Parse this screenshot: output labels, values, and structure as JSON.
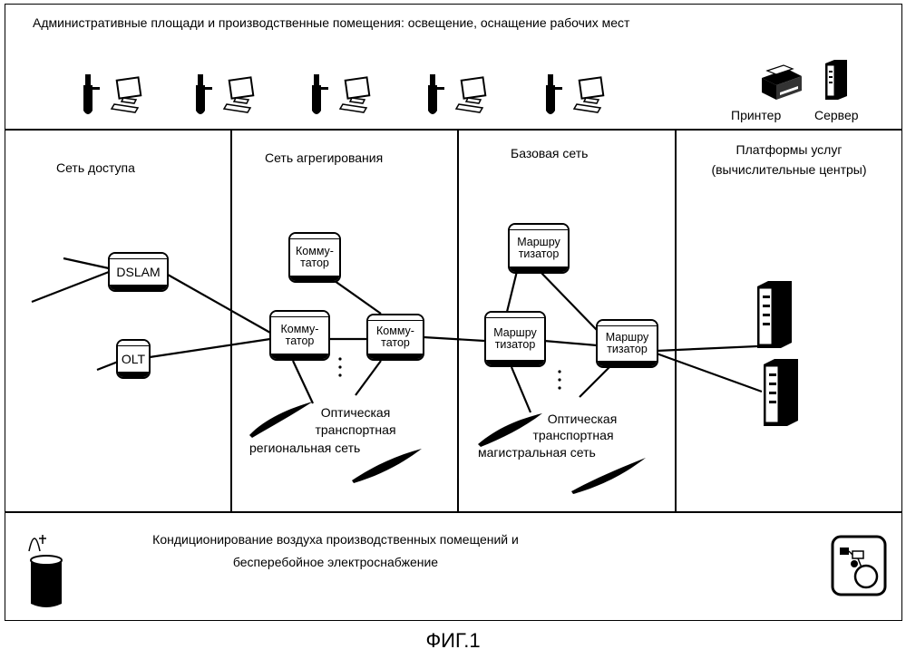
{
  "header": {
    "title": "Административные площади и производственные помещения: освещение, оснащение рабочих мест",
    "printer_label": "Принтер",
    "server_label": "Сервер"
  },
  "sections": {
    "access": "Сеть доступа",
    "aggregation": "Сеть агрегирования",
    "core": "Базовая сеть",
    "platforms_line1": "Платформы услуг",
    "platforms_line2": "(вычислительные центры)"
  },
  "nodes": {
    "dslam": "DSLAM",
    "olt": "OLT",
    "switch_label": "Комму-татор",
    "router_label": "Маршру тизатор"
  },
  "optical": {
    "regional_l1": "Оптическая",
    "regional_l2": "транспортная",
    "regional_l3": "региональная сеть",
    "backbone_l1": "Оптическая",
    "backbone_l2": "транспортная",
    "backbone_l3": "магистральная сеть"
  },
  "footer": {
    "line1": "Кондиционирование воздуха производственных помещений и",
    "line2": "бесперебойное электроснабжение"
  },
  "figure_caption": "ФИГ.1"
}
